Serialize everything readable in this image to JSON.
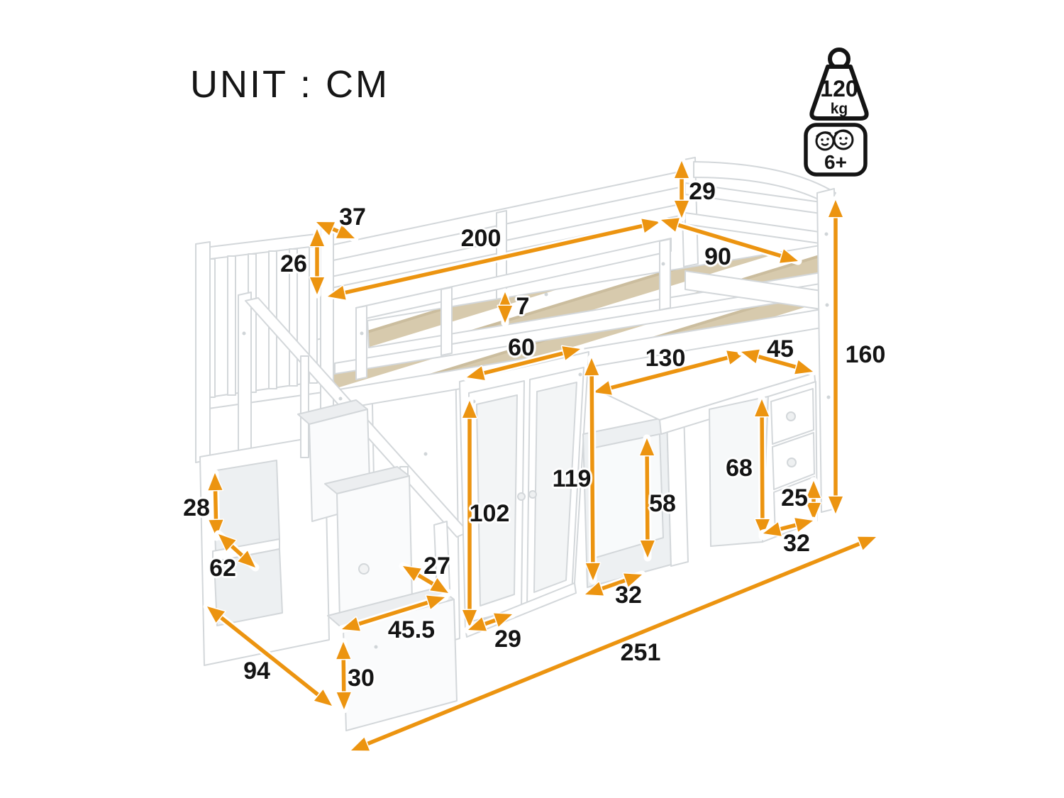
{
  "title": "UNIT : CM",
  "badges": {
    "weight": {
      "value": "120",
      "unit": "kg"
    },
    "age": {
      "label": "6+"
    }
  },
  "dimensions": {
    "rail_height": "29",
    "top_rail_width": "37",
    "guard_rail_height": "26",
    "bed_length": "200",
    "bed_width": "90",
    "slat_thickness": "7",
    "wardrobe_width": "60",
    "desk_length": "130",
    "desk_depth": "45",
    "total_height": "160",
    "door_height": "102",
    "wardrobe_height": "119",
    "cubby_height": "58",
    "pedestal_height": "68",
    "drawer_height": "25",
    "pedestal_depth": "32",
    "cubby_width": "32",
    "wardrobe_depth": "29",
    "shelf_height": "28",
    "shelf_depth": "62",
    "step_depth": "27",
    "step_width": "45.5",
    "step_height": "30",
    "overall_depth": "94",
    "overall_length": "251"
  },
  "colors": {
    "accent": "#EC9410",
    "text": "#141414",
    "line": "#d3d7da",
    "slat": "#d7caad"
  }
}
